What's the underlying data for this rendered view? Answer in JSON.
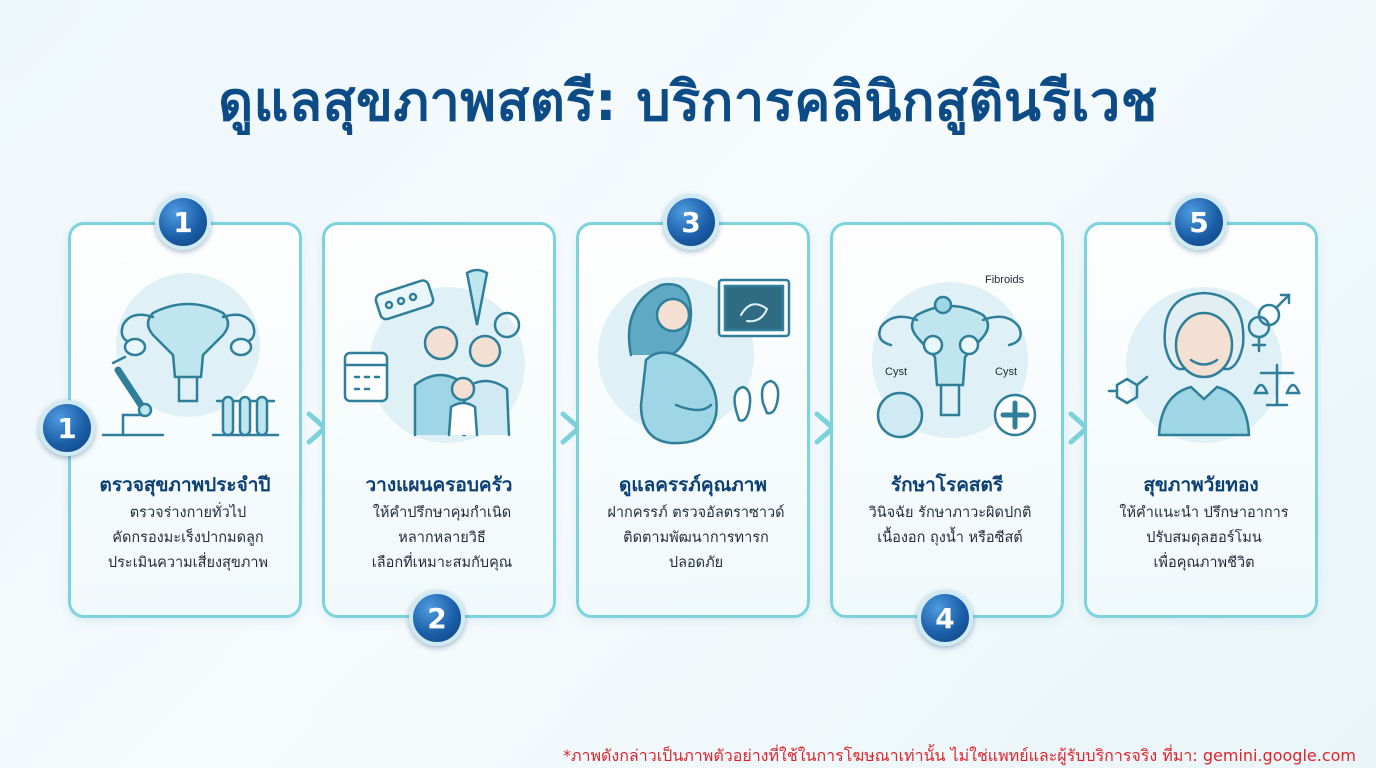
{
  "header": {
    "title": "ดูแลสุขภาพสตรี: บริการคลินิกสูตินรีเวช"
  },
  "colors": {
    "title": "#0d4b86",
    "card_border": "#7dd3dc",
    "badge": "#1b5fa8",
    "illustration": "#2f7f9a",
    "disclaimer": "#e0232a"
  },
  "steps": [
    {
      "badge": "1",
      "icon": "uterus-microscope-test-tubes-icon",
      "title": "ตรวจสุขภาพประจำปี",
      "lines": [
        "ตรวจร่างกายทั่วไป",
        "คัดกรองมะเร็งปากมดลูก",
        "ประเมินความเสี่ยงสุขภาพ"
      ]
    },
    {
      "badge": "2",
      "icon": "family-contraception-calendar-icon",
      "title": "วางแผนครอบครัว",
      "lines": [
        "ให้คำปรึกษาคุมกำเนิด",
        "หลากหลายวิธี",
        "เลือกที่เหมาะสมกับคุณ"
      ]
    },
    {
      "badge": "3",
      "icon": "pregnant-woman-ultrasound-icon",
      "title": "ดูแลครรภ์คุณภาพ",
      "lines": [
        "ฝากครรภ์ ตรวจอัลตราซาวด์",
        "ติดตามพัฒนาการทารก",
        "ปลอดภัย"
      ]
    },
    {
      "badge": "4",
      "icon": "uterus-fibroids-cyst-icon",
      "title": "รักษาโรคสตรี",
      "lines": [
        "วินิจฉัย รักษาภาวะผิดปกติ",
        "เนื้องอก ถุงน้ำ หรือซีสต์"
      ],
      "labels": {
        "fibroids": "Fibroids",
        "cyst_left": "Cyst",
        "cyst_right": "Cyst"
      }
    },
    {
      "badge": "5",
      "icon": "senior-woman-hormone-balance-icon",
      "title": "สุขภาพวัยทอง",
      "lines": [
        "ให้คำแนะนำ ปรึกษาอาการ",
        "ปรับสมดุลฮอร์โมน",
        "เพื่อคุณภาพชีวิต"
      ]
    }
  ],
  "extra_badge": "1",
  "disclaimer": "*ภาพดังกล่าวเป็นภาพตัวอย่างที่ใช้ในการโฆษณาเท่านั้น ไม่ใช่แพทย์และผู้รับบริการจริง ที่มา: gemini.google.com"
}
